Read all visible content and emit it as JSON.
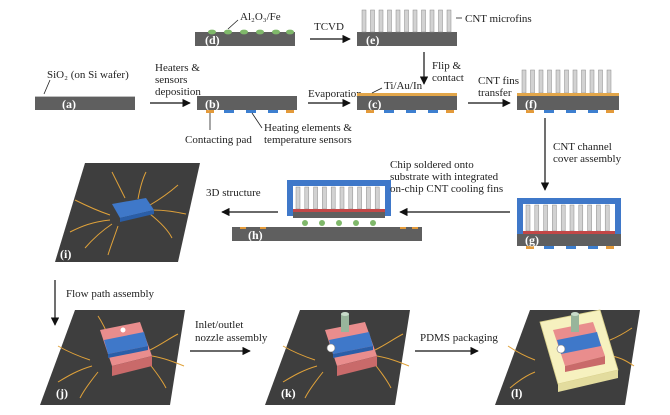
{
  "colors": {
    "wafer": "#5f5f5f",
    "wafer_label": "#ffffff",
    "oxide_line": "#bfbfbf",
    "catalyst": "#7fb86a",
    "cnt": "#d2d2d2",
    "cnt_edge": "#8a8a8a",
    "metal": "#e2a64a",
    "heater": "#3d7fd0",
    "pad": "#e39a3a",
    "cover_blue": "#3f78c9",
    "cover_red": "#c24747",
    "flow_pink": "#e98d8d",
    "pdms": "#f6f1bf",
    "board": "#3e3e3e",
    "leads": "#e0a23a",
    "nozzle": "#98b59b",
    "arrow": "#111111"
  },
  "panels": {
    "a": "(a)",
    "b": "(b)",
    "c": "(c)",
    "d": "(d)",
    "e": "(e)",
    "f": "(f)",
    "g": "(g)",
    "h": "(h)",
    "i": "(i)",
    "j": "(j)",
    "k": "(k)",
    "l": "(l)"
  },
  "labels": {
    "catalyst": "Al₂O₃/Fe",
    "tcvd": "TCVD",
    "cnt_microfins": "CNT microfins",
    "sio2": "SiO₂ (on Si wafer)",
    "heaters_line1": "Heaters &",
    "heaters_line2": "sensors",
    "heaters_line3": "deposition",
    "evaporation": "Evaporation",
    "metal_stack": "Ti/Au/In",
    "flip_line1": "Flip &",
    "flip_line2": "contact",
    "fins_line1": "CNT fins",
    "fins_line2": "transfer",
    "contact_pad": "Contacting pad",
    "heating_line1": "Heating elements &",
    "heating_line2": "temperature sensors",
    "cover_line1": "CNT channel",
    "cover_line2": "cover assembly",
    "solder_line1": "Chip soldered onto",
    "solder_line2": "substrate with integrated",
    "solder_line3": "on-chip CNT cooling fins",
    "structure_3d": "3D structure",
    "flow_path": "Flow path assembly",
    "nozzle_line1": "Inlet/outlet",
    "nozzle_line2": "nozzle assembly",
    "pdms": "PDMS packaging"
  }
}
